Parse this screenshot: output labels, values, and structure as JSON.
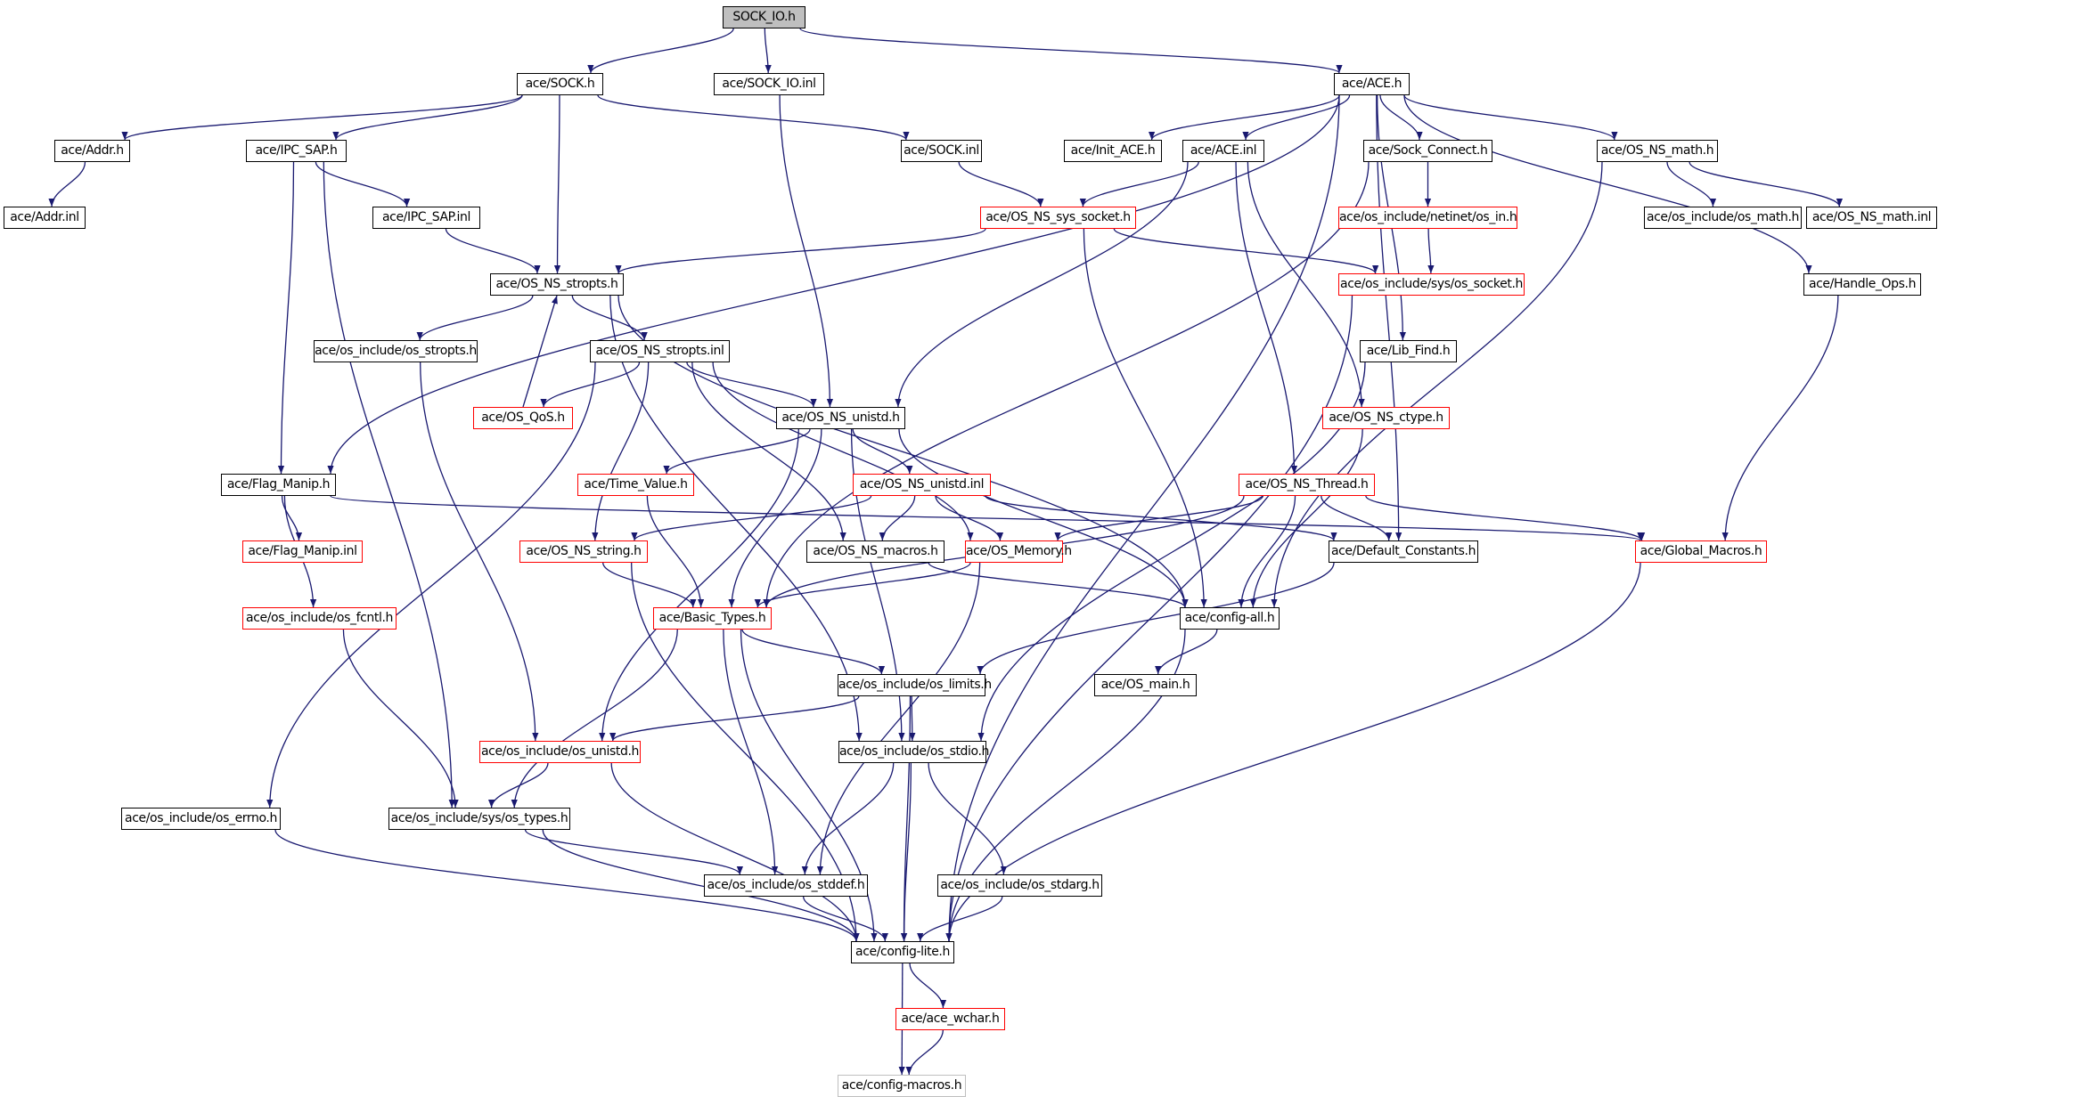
{
  "title": "SOCK_IO.h include dependency graph",
  "colors": {
    "edge": "#191970",
    "node_border_documented": "#000000",
    "node_border_truncated": "#ff0000",
    "node_border_undocumented": "#bfbfbf",
    "root_fill": "#bfbfbf",
    "background": "#ffffff"
  },
  "nodes": [
    {
      "id": "sock_io_h",
      "label": "SOCK_IO.h",
      "style": "root"
    },
    {
      "id": "sock_h",
      "label": "ace/SOCK.h",
      "style": "black"
    },
    {
      "id": "sock_io_inl",
      "label": "ace/SOCK_IO.inl",
      "style": "black"
    },
    {
      "id": "ace_h",
      "label": "ace/ACE.h",
      "style": "black"
    },
    {
      "id": "addr_h",
      "label": "ace/Addr.h",
      "style": "black"
    },
    {
      "id": "ipc_sap_h",
      "label": "ace/IPC_SAP.h",
      "style": "black"
    },
    {
      "id": "sock_inl",
      "label": "ace/SOCK.inl",
      "style": "black"
    },
    {
      "id": "init_ace_h",
      "label": "ace/Init_ACE.h",
      "style": "black"
    },
    {
      "id": "ace_inl",
      "label": "ace/ACE.inl",
      "style": "black"
    },
    {
      "id": "sock_connect_h",
      "label": "ace/Sock_Connect.h",
      "style": "black"
    },
    {
      "id": "os_ns_math_h",
      "label": "ace/OS_NS_math.h",
      "style": "black"
    },
    {
      "id": "addr_inl",
      "label": "ace/Addr.inl",
      "style": "black"
    },
    {
      "id": "ipc_sap_inl",
      "label": "ace/IPC_SAP.inl",
      "style": "black"
    },
    {
      "id": "os_ns_sys_socket_h",
      "label": "ace/OS_NS_sys_socket.h",
      "style": "red"
    },
    {
      "id": "netinet_os_in_h",
      "label": "ace/os_include/netinet/os_in.h",
      "style": "red"
    },
    {
      "id": "os_math_h",
      "label": "ace/os_include/os_math.h",
      "style": "black"
    },
    {
      "id": "os_ns_math_inl",
      "label": "ace/OS_NS_math.inl",
      "style": "black"
    },
    {
      "id": "os_ns_stropts_h",
      "label": "ace/OS_NS_stropts.h",
      "style": "black"
    },
    {
      "id": "sys_os_socket_h",
      "label": "ace/os_include/sys/os_socket.h",
      "style": "red"
    },
    {
      "id": "handle_ops_h",
      "label": "ace/Handle_Ops.h",
      "style": "black"
    },
    {
      "id": "os_stropts_h",
      "label": "ace/os_include/os_stropts.h",
      "style": "black"
    },
    {
      "id": "os_ns_stropts_inl",
      "label": "ace/OS_NS_stropts.inl",
      "style": "black"
    },
    {
      "id": "lib_find_h",
      "label": "ace/Lib_Find.h",
      "style": "black"
    },
    {
      "id": "os_qos_h",
      "label": "ace/OS_QoS.h",
      "style": "red"
    },
    {
      "id": "os_ns_unistd_h",
      "label": "ace/OS_NS_unistd.h",
      "style": "black"
    },
    {
      "id": "os_ns_ctype_h",
      "label": "ace/OS_NS_ctype.h",
      "style": "red"
    },
    {
      "id": "flag_manip_h",
      "label": "ace/Flag_Manip.h",
      "style": "black"
    },
    {
      "id": "time_value_h",
      "label": "ace/Time_Value.h",
      "style": "red"
    },
    {
      "id": "os_ns_unistd_inl",
      "label": "ace/OS_NS_unistd.inl",
      "style": "red"
    },
    {
      "id": "os_ns_thread_h",
      "label": "ace/OS_NS_Thread.h",
      "style": "red"
    },
    {
      "id": "flag_manip_inl",
      "label": "ace/Flag_Manip.inl",
      "style": "red"
    },
    {
      "id": "os_ns_string_h",
      "label": "ace/OS_NS_string.h",
      "style": "red"
    },
    {
      "id": "os_ns_macros_h",
      "label": "ace/OS_NS_macros.h",
      "style": "black"
    },
    {
      "id": "os_memory_h",
      "label": "ace/OS_Memory.h",
      "style": "red"
    },
    {
      "id": "default_constants_h",
      "label": "ace/Default_Constants.h",
      "style": "black"
    },
    {
      "id": "global_macros_h",
      "label": "ace/Global_Macros.h",
      "style": "red"
    },
    {
      "id": "os_fcntl_h",
      "label": "ace/os_include/os_fcntl.h",
      "style": "red"
    },
    {
      "id": "basic_types_h",
      "label": "ace/Basic_Types.h",
      "style": "red"
    },
    {
      "id": "config_all_h",
      "label": "ace/config-all.h",
      "style": "black"
    },
    {
      "id": "os_limits_h",
      "label": "ace/os_include/os_limits.h",
      "style": "black"
    },
    {
      "id": "os_main_h",
      "label": "ace/OS_main.h",
      "style": "black"
    },
    {
      "id": "os_unistd_h",
      "label": "ace/os_include/os_unistd.h",
      "style": "red"
    },
    {
      "id": "os_stdio_h",
      "label": "ace/os_include/os_stdio.h",
      "style": "black"
    },
    {
      "id": "os_errno_h",
      "label": "ace/os_include/os_errno.h",
      "style": "black"
    },
    {
      "id": "sys_os_types_h",
      "label": "ace/os_include/sys/os_types.h",
      "style": "black"
    },
    {
      "id": "os_stddef_h",
      "label": "ace/os_include/os_stddef.h",
      "style": "black"
    },
    {
      "id": "os_stdarg_h",
      "label": "ace/os_include/os_stdarg.h",
      "style": "black"
    },
    {
      "id": "config_lite_h",
      "label": "ace/config-lite.h",
      "style": "black"
    },
    {
      "id": "ace_wchar_h",
      "label": "ace/ace_wchar.h",
      "style": "red"
    },
    {
      "id": "config_macros_h",
      "label": "ace/config-macros.h",
      "style": "gray"
    }
  ],
  "edges": [
    [
      "sock_io_h",
      "sock_h"
    ],
    [
      "sock_io_h",
      "sock_io_inl"
    ],
    [
      "sock_io_h",
      "ace_h"
    ],
    [
      "sock_h",
      "addr_h"
    ],
    [
      "sock_h",
      "ipc_sap_h"
    ],
    [
      "sock_h",
      "sock_inl"
    ],
    [
      "sock_h",
      "os_ns_stropts_h"
    ],
    [
      "sock_io_inl",
      "os_ns_unistd_h"
    ],
    [
      "ace_h",
      "flag_manip_h"
    ],
    [
      "ace_h",
      "init_ace_h"
    ],
    [
      "ace_h",
      "ace_inl"
    ],
    [
      "ace_h",
      "sock_connect_h"
    ],
    [
      "ace_h",
      "os_ns_math_h"
    ],
    [
      "ace_h",
      "lib_find_h"
    ],
    [
      "ace_h",
      "handle_ops_h"
    ],
    [
      "ace_h",
      "default_constants_h"
    ],
    [
      "ace_h",
      "config_lite_h"
    ],
    [
      "addr_h",
      "addr_inl"
    ],
    [
      "ipc_sap_h",
      "ipc_sap_inl"
    ],
    [
      "ipc_sap_h",
      "flag_manip_h"
    ],
    [
      "ipc_sap_h",
      "sys_os_types_h"
    ],
    [
      "sock_inl",
      "os_ns_sys_socket_h"
    ],
    [
      "ace_inl",
      "os_ns_sys_socket_h"
    ],
    [
      "ace_inl",
      "os_ns_unistd_h"
    ],
    [
      "ace_inl",
      "os_ns_thread_h"
    ],
    [
      "ace_inl",
      "os_ns_ctype_h"
    ],
    [
      "sock_connect_h",
      "netinet_os_in_h"
    ],
    [
      "sock_connect_h",
      "basic_types_h"
    ],
    [
      "os_ns_math_h",
      "os_math_h"
    ],
    [
      "os_ns_math_h",
      "os_ns_math_inl"
    ],
    [
      "os_ns_math_h",
      "config_all_h"
    ],
    [
      "ipc_sap_inl",
      "os_ns_stropts_h"
    ],
    [
      "os_ns_sys_socket_h",
      "os_ns_stropts_h"
    ],
    [
      "os_ns_sys_socket_h",
      "sys_os_socket_h"
    ],
    [
      "os_ns_sys_socket_h",
      "config_all_h"
    ],
    [
      "netinet_os_in_h",
      "sys_os_socket_h"
    ],
    [
      "sys_os_socket_h",
      "config_lite_h"
    ],
    [
      "os_ns_stropts_h",
      "os_stropts_h"
    ],
    [
      "os_ns_stropts_h",
      "os_ns_stropts_inl"
    ],
    [
      "os_ns_stropts_h",
      "config_all_h"
    ],
    [
      "os_ns_stropts_h",
      "os_stdio_h"
    ],
    [
      "os_qos_h",
      "os_ns_stropts_h"
    ],
    [
      "handle_ops_h",
      "global_macros_h"
    ],
    [
      "os_stropts_h",
      "os_unistd_h"
    ],
    [
      "os_ns_stropts_inl",
      "os_qos_h"
    ],
    [
      "os_ns_stropts_inl",
      "os_ns_unistd_h"
    ],
    [
      "os_ns_stropts_inl",
      "os_ns_string_h"
    ],
    [
      "os_ns_stropts_inl",
      "os_ns_macros_h"
    ],
    [
      "os_ns_stropts_inl",
      "os_memory_h"
    ],
    [
      "os_ns_stropts_inl",
      "os_errno_h"
    ],
    [
      "lib_find_h",
      "os_stdio_h"
    ],
    [
      "os_ns_unistd_h",
      "time_value_h"
    ],
    [
      "os_ns_unistd_h",
      "os_ns_unistd_inl"
    ],
    [
      "os_ns_unistd_h",
      "basic_types_h"
    ],
    [
      "os_ns_unistd_h",
      "config_all_h"
    ],
    [
      "os_ns_unistd_h",
      "os_unistd_h"
    ],
    [
      "os_ns_unistd_h",
      "os_stdio_h"
    ],
    [
      "os_ns_ctype_h",
      "config_all_h"
    ],
    [
      "flag_manip_h",
      "flag_manip_inl"
    ],
    [
      "flag_manip_h",
      "os_fcntl_h"
    ],
    [
      "flag_manip_h",
      "global_macros_h"
    ],
    [
      "time_value_h",
      "basic_types_h"
    ],
    [
      "os_ns_unistd_inl",
      "os_ns_string_h"
    ],
    [
      "os_ns_unistd_inl",
      "os_ns_macros_h"
    ],
    [
      "os_ns_unistd_inl",
      "os_memory_h"
    ],
    [
      "os_ns_unistd_inl",
      "default_constants_h"
    ],
    [
      "os_ns_thread_h",
      "os_memory_h"
    ],
    [
      "os_ns_thread_h",
      "basic_types_h"
    ],
    [
      "os_ns_thread_h",
      "default_constants_h"
    ],
    [
      "os_ns_thread_h",
      "config_all_h"
    ],
    [
      "os_ns_thread_h",
      "global_macros_h"
    ],
    [
      "os_ns_string_h",
      "basic_types_h"
    ],
    [
      "os_ns_string_h",
      "config_lite_h"
    ],
    [
      "os_ns_macros_h",
      "config_all_h"
    ],
    [
      "os_memory_h",
      "basic_types_h"
    ],
    [
      "os_memory_h",
      "os_stddef_h"
    ],
    [
      "default_constants_h",
      "os_limits_h"
    ],
    [
      "global_macros_h",
      "config_lite_h"
    ],
    [
      "os_fcntl_h",
      "sys_os_types_h"
    ],
    [
      "basic_types_h",
      "os_limits_h"
    ],
    [
      "basic_types_h",
      "sys_os_types_h"
    ],
    [
      "basic_types_h",
      "os_stddef_h"
    ],
    [
      "basic_types_h",
      "config_lite_h"
    ],
    [
      "config_all_h",
      "os_main_h"
    ],
    [
      "config_all_h",
      "config_lite_h"
    ],
    [
      "os_limits_h",
      "os_unistd_h"
    ],
    [
      "os_limits_h",
      "os_stdio_h"
    ],
    [
      "os_limits_h",
      "config_lite_h"
    ],
    [
      "os_unistd_h",
      "sys_os_types_h"
    ],
    [
      "os_unistd_h",
      "config_lite_h"
    ],
    [
      "os_stdio_h",
      "os_stddef_h"
    ],
    [
      "os_stdio_h",
      "config_lite_h"
    ],
    [
      "os_stdio_h",
      "os_stdarg_h"
    ],
    [
      "os_errno_h",
      "config_lite_h"
    ],
    [
      "sys_os_types_h",
      "os_stddef_h"
    ],
    [
      "sys_os_types_h",
      "config_lite_h"
    ],
    [
      "os_stddef_h",
      "config_lite_h"
    ],
    [
      "os_stdarg_h",
      "config_lite_h"
    ],
    [
      "config_lite_h",
      "ace_wchar_h"
    ],
    [
      "config_lite_h",
      "config_macros_h"
    ],
    [
      "ace_wchar_h",
      "config_macros_h"
    ]
  ]
}
